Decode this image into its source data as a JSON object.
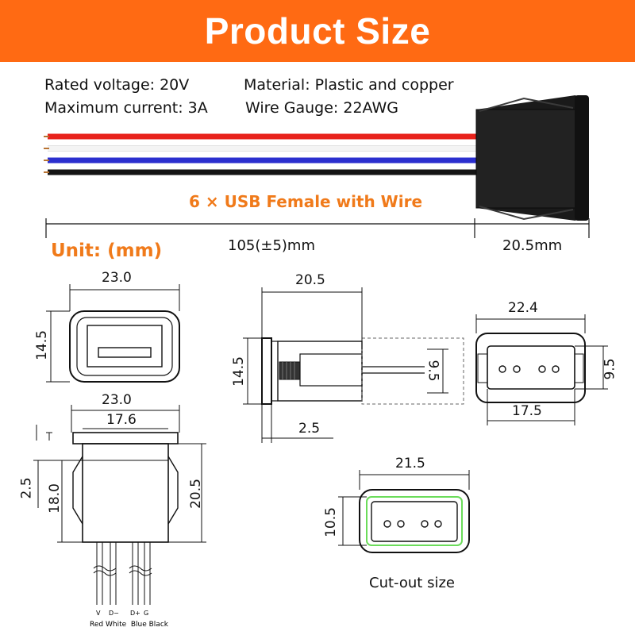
{
  "banner": {
    "title": "Product Size",
    "color": "#ff6a13"
  },
  "specs": {
    "rated_voltage": "Rated voltage: 20V",
    "max_current": "Maximum current: 3A",
    "material": "Material: Plastic and copper",
    "wire_gauge": "Wire Gauge: 22AWG"
  },
  "product_label": "6 × USB Female with Wire",
  "unit_label": "Unit: (mm)",
  "top_dimensions": {
    "cable_length": "105(±5)mm",
    "housing_length": "20.5mm"
  },
  "front_view": {
    "width": "23.0",
    "height": "14.5"
  },
  "side_view": {
    "depth": "20.5",
    "height": "14.5",
    "pin_height": "9.5",
    "flange": "2.5"
  },
  "rear_view": {
    "outer_width": "22.4",
    "inner_width": "17.5",
    "height": "9.5"
  },
  "bottom_view": {
    "outer_width": "23.0",
    "inner_width": "17.6",
    "flange": "2.5",
    "body_height": "18.0",
    "total_height": "20.5"
  },
  "cutout": {
    "width": "21.5",
    "height": "10.5",
    "caption": "Cut-out size"
  },
  "pins": {
    "labels": [
      "V",
      "D−",
      "D+",
      "G"
    ],
    "colors_caption": "Red White  Blue Black"
  },
  "wire_colors": [
    "#e8221b",
    "#f4f4f4",
    "#2b2fcf",
    "#141414"
  ],
  "accent_color": "#f07a1a",
  "cutout_highlight": "#6bdc5a"
}
